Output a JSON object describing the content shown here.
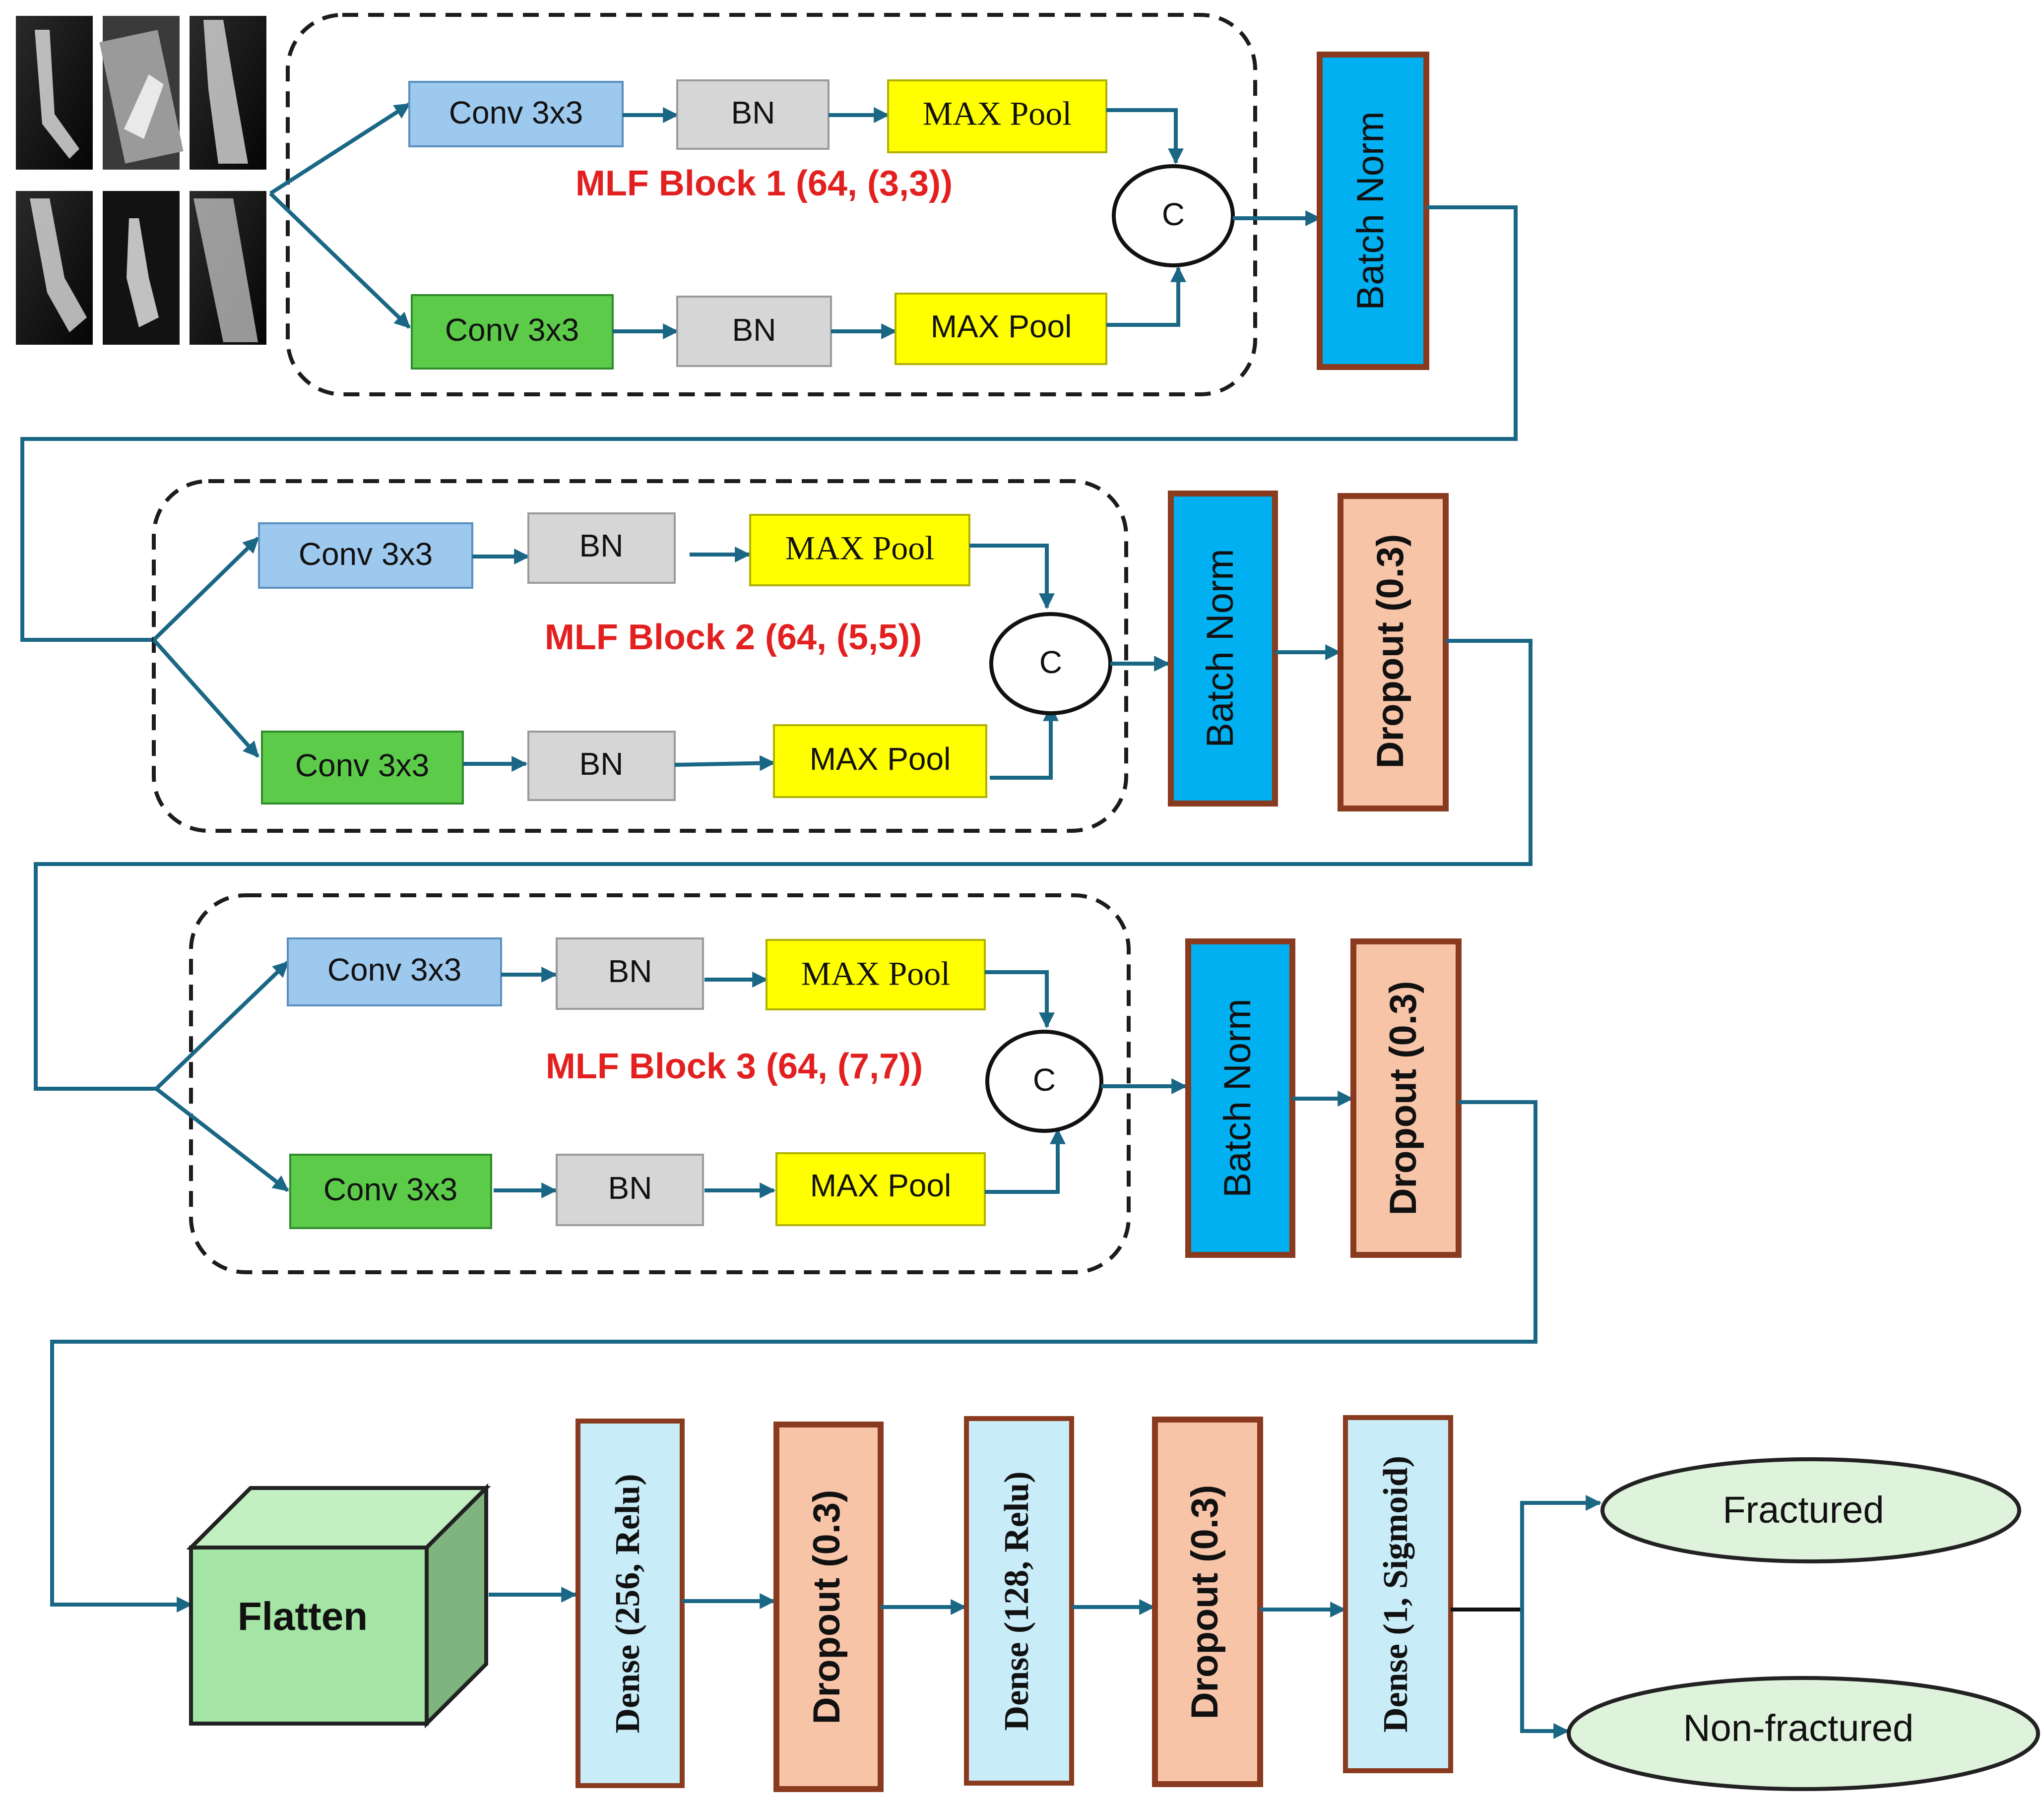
{
  "colors": {
    "flow_line": "#1a6785",
    "conv_top": "#9ec9ef",
    "conv_bottom": "#5ccb4a",
    "bn": "#d6d6d6",
    "maxpool": "#ffff00",
    "batch_norm": "#00b0f0",
    "dropout": "#f8c4a8",
    "dense": "#c8ecf8",
    "flatten": "#a4e4a4",
    "output": "#dff2dc",
    "title_red": "#e32020",
    "box_border": "#8a3a1e"
  },
  "blocks": [
    {
      "title": "MLF Block 1 (64, (3,3))",
      "top": {
        "conv": "Conv 3x3",
        "bn": "BN",
        "pool": "MAX Pool"
      },
      "bottom": {
        "conv": "Conv 3x3",
        "bn": "BN",
        "pool": "MAX Pool"
      },
      "concat": "C",
      "after": [
        "Batch Norm"
      ]
    },
    {
      "title": "MLF Block 2 (64, (5,5))",
      "top": {
        "conv": "Conv 3x3",
        "bn": "BN",
        "pool": "MAX Pool"
      },
      "bottom": {
        "conv": "Conv 3x3",
        "bn": "BN",
        "pool": "MAX Pool"
      },
      "concat": "C",
      "after": [
        "Batch Norm",
        "Dropout (0.3)"
      ]
    },
    {
      "title": "MLF Block 3 (64, (7,7))",
      "top": {
        "conv": "Conv 3x3",
        "bn": "BN",
        "pool": "MAX Pool"
      },
      "bottom": {
        "conv": "Conv 3x3",
        "bn": "BN",
        "pool": "MAX Pool"
      },
      "concat": "C",
      "after": [
        "Batch Norm",
        "Dropout (0.3)"
      ]
    }
  ],
  "head": {
    "flatten": "Flatten",
    "layers": [
      "Dense (256, Relu)",
      "Dropout (0.3)",
      "Dense (128, Relu)",
      "Dropout (0.3)",
      "Dense (1, Sigmoid)"
    ]
  },
  "outputs": [
    "Fractured",
    "Non-fractured"
  ]
}
